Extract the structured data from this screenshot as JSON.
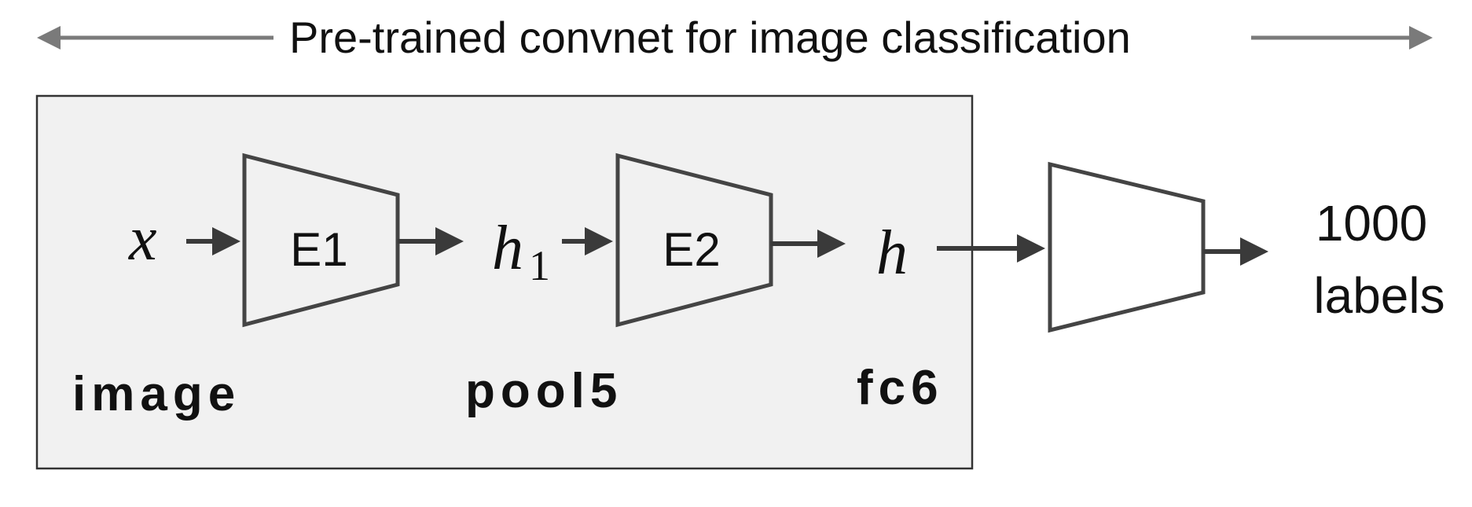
{
  "header": {
    "title": "Pre-trained convnet for image classification"
  },
  "pipeline": {
    "input_var": "x",
    "encoder1_label": "E1",
    "hidden1_var": "h",
    "hidden1_sub": "1",
    "encoder2_label": "E2",
    "hidden_var": "h",
    "output_line1": "1000",
    "output_line2": "labels"
  },
  "layers": {
    "image": "image",
    "pool5": "pool5",
    "fc6": "fc6"
  },
  "colors": {
    "box_fill": "#f1f1f1",
    "box_stroke": "#333333",
    "arrow_dark": "#3a3a3a",
    "arrow_grey": "#7a7a7a"
  }
}
